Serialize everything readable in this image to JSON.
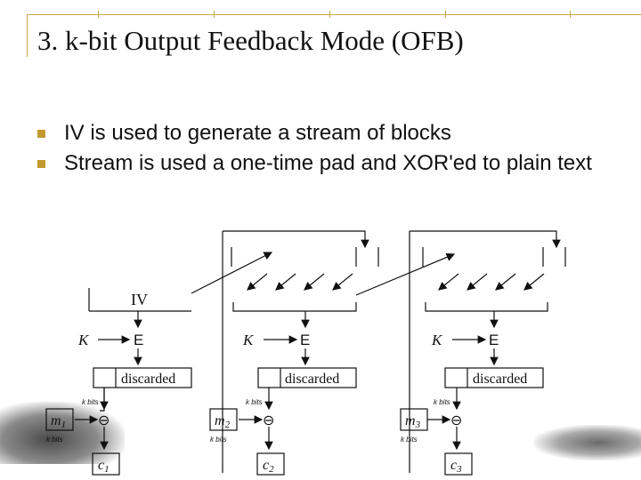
{
  "slide": {
    "title": "3. k-bit Output Feedback Mode (OFB)",
    "bullets": [
      "IV is used to generate a stream of blocks",
      "Stream is used a one-time pad and XOR'ed to plain text"
    ]
  },
  "diagram": {
    "iv_label": "IV",
    "key_label": "K",
    "encrypt_label": "E",
    "discarded_label": "discarded",
    "kbits_label": "k bits",
    "xor_symbol": "⊖",
    "stages": [
      {
        "m": "m",
        "m_sub": "1",
        "c": "c",
        "c_sub": "1"
      },
      {
        "m": "m",
        "m_sub": "2",
        "c": "c",
        "c_sub": "2"
      },
      {
        "m": "m",
        "m_sub": "3",
        "c": "c",
        "c_sub": "3"
      }
    ]
  },
  "colors": {
    "accent": "#c29a2e",
    "frame": "#c8a64a",
    "ink": "#111111"
  }
}
